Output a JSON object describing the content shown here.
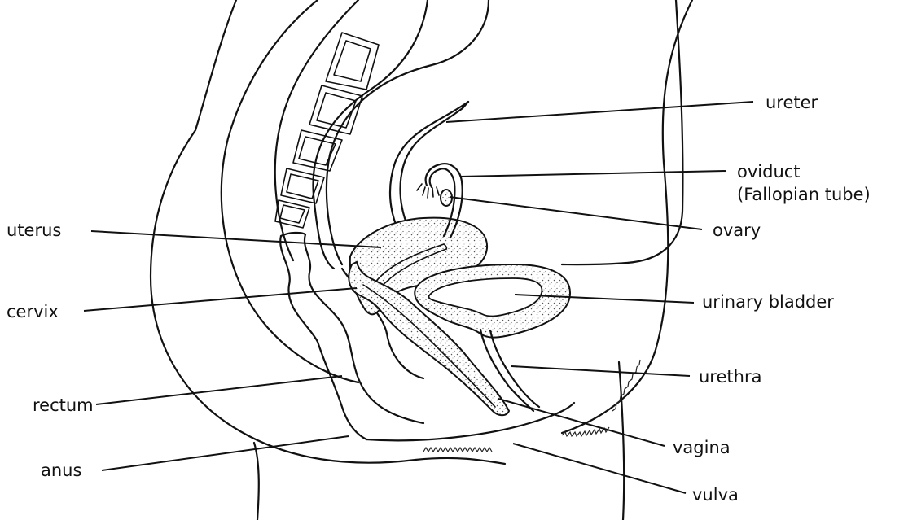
{
  "labels": {
    "ureter": "ureter",
    "oviduct": "oviduct",
    "fallopian_tube": "(Fallopian tube)",
    "ovary": "ovary",
    "uterus": "uterus",
    "cervix": "cervix",
    "urinary_bladder": "urinary bladder",
    "urethra": "urethra",
    "rectum": "rectum",
    "vagina": "vagina",
    "anus": "anus",
    "vulva": "vulva"
  },
  "colors": {
    "line": "#111111",
    "stipple": "#555555",
    "background": "#ffffff"
  }
}
